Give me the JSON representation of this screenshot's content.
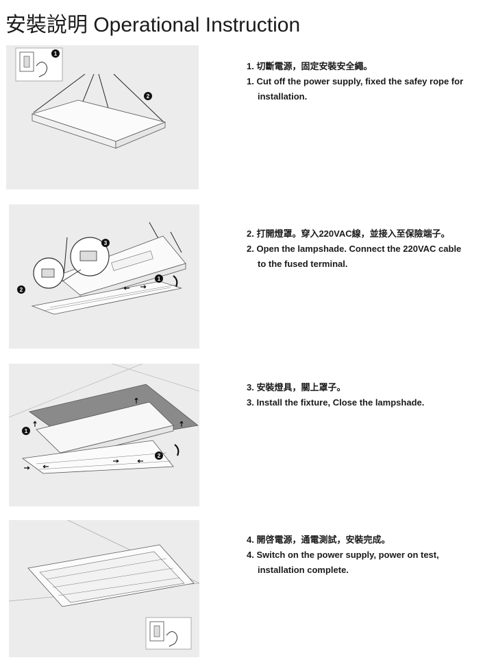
{
  "title": "安裝說明 Operational Instruction",
  "steps": [
    {
      "zh": "1. 切斷電源，固定安裝安全繩。",
      "en_line1": "1. Cut off the power supply, fixed the safey rope for",
      "en_line2": "installation."
    },
    {
      "zh": "2. 打開燈罩。穿入220VAC線，並接入至保險端子。",
      "en_line1": "2. Open the lampshade. Connect the 220VAC cable",
      "en_line2": "to the fused terminal."
    },
    {
      "zh": "3. 安裝燈具，關上罩子。",
      "en_line1": "3. Install the fixture, Close the lampshade.",
      "en_line2": ""
    },
    {
      "zh": "4. 開啓電源，通電測試，安裝完成。",
      "en_line1": "4. Switch on the power supply, power on test,",
      "en_line2": "installation complete."
    }
  ],
  "callouts": {
    "one": "1",
    "two": "2",
    "three": "3"
  }
}
